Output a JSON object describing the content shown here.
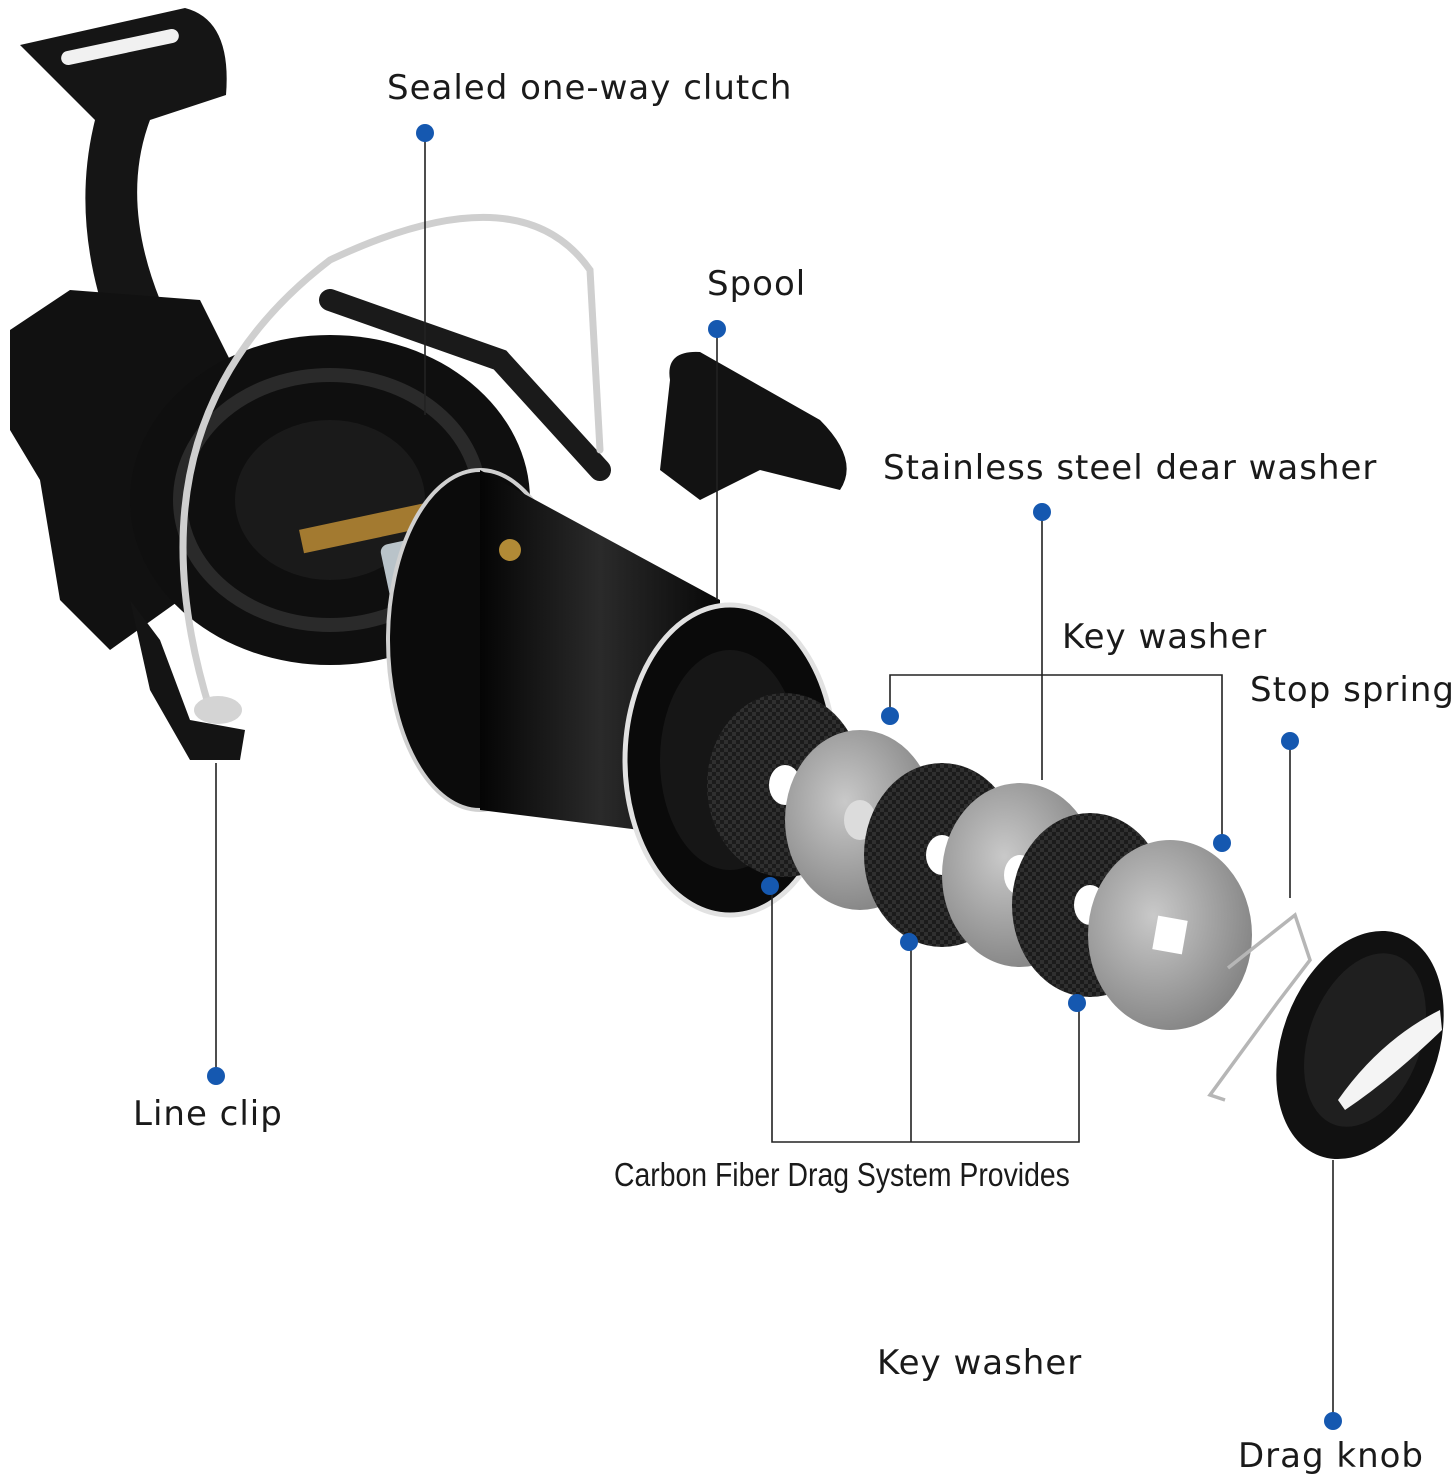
{
  "callouts": {
    "sealed_clutch": "Sealed one-way clutch",
    "spool": "Spool",
    "stainless_washer": "Stainless steel dear washer",
    "key_washer_top": "Key washer",
    "stop_spring": "Stop spring",
    "line_clip": "Line clip",
    "carbon_drag": "Carbon Fiber Drag System Provides",
    "key_washer_bottom": "Key washer",
    "drag_knob": "Drag knob"
  },
  "colors": {
    "dot": "#1558b0",
    "leader": "#222222",
    "reel_body": "#141414",
    "metal_washer": "#9a9a9a",
    "carbon_washer": "#1c1c1c",
    "chrome": "#d8d8d8"
  }
}
